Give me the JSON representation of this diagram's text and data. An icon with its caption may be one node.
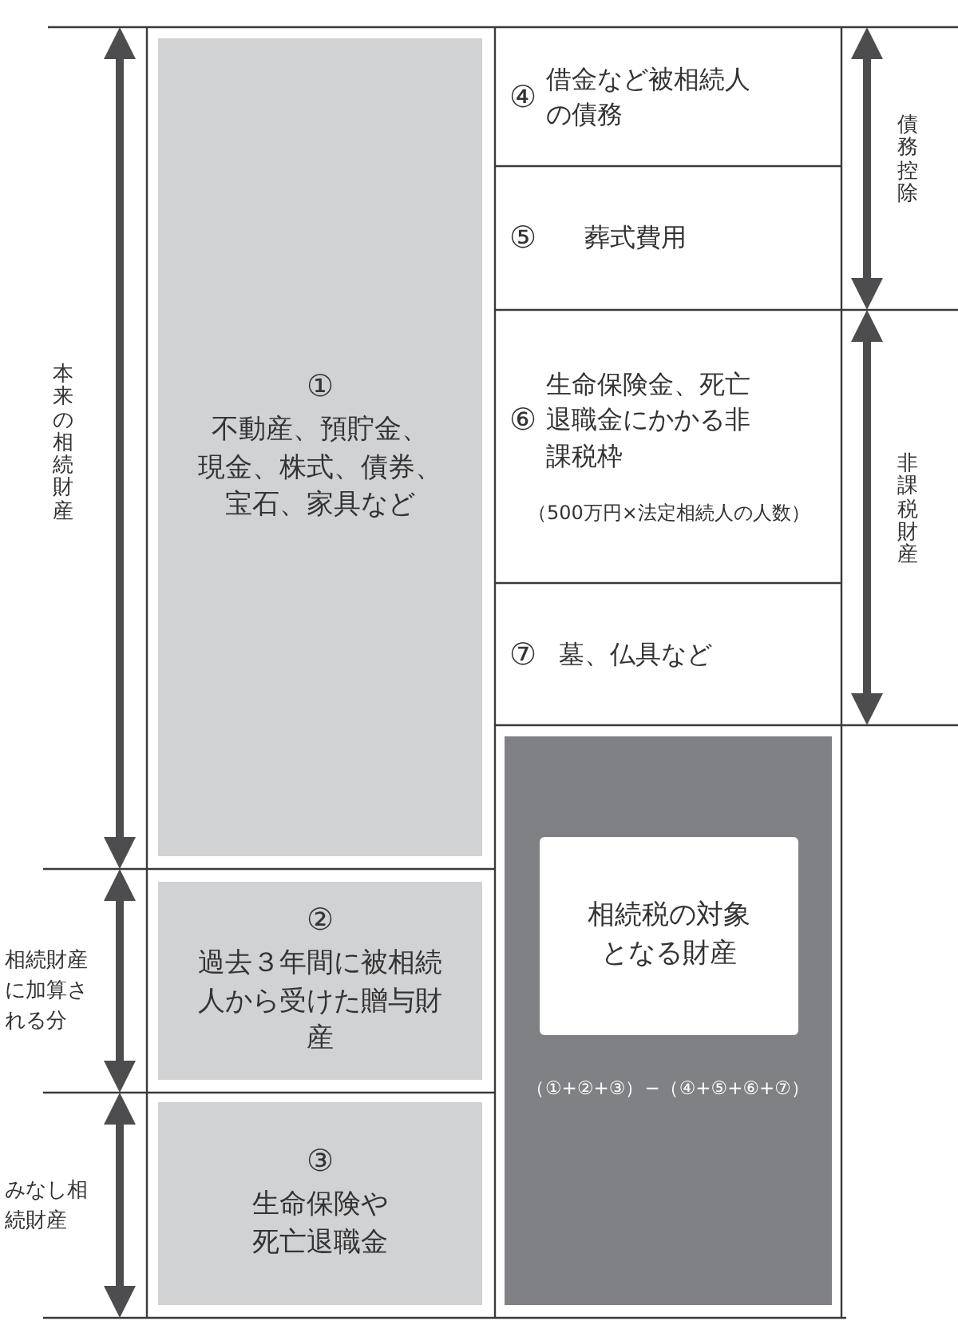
{
  "diagram": {
    "nodes": [
      {
        "text": [
          "①",
          "不動産、預貯金、現金、株式、債券、宝石、家具など"
        ]
      },
      {
        "text": [
          "②",
          "過去３年間に被相続人から受けた贈与財産"
        ]
      },
      {
        "text": [
          "③",
          "生命保険や死亡退職金"
        ]
      },
      {
        "text": [
          "④",
          "借金など被相続人の債務"
        ]
      },
      {
        "text": [
          "⑤",
          "葬式費用"
        ]
      },
      {
        "text": [
          "⑥",
          "生命保険金、死亡退職金にかかる非課税枠",
          "（500万円×法定相続人の人数）"
        ]
      },
      {
        "text": [
          "⑦",
          "墓、仏具など"
        ]
      },
      {
        "text": [
          "（①+②+③）−（④+⑤+⑥+⑦）"
        ]
      },
      {
        "text": [
          "相続税の対象となる財産"
        ],
        "in": 7
      }
    ],
    "edges": [],
    "labels": [
      "本来の相続財産",
      "相続財産に加算される分",
      "みなし相続財産",
      "債務控除",
      "非課税財産"
    ]
  }
}
